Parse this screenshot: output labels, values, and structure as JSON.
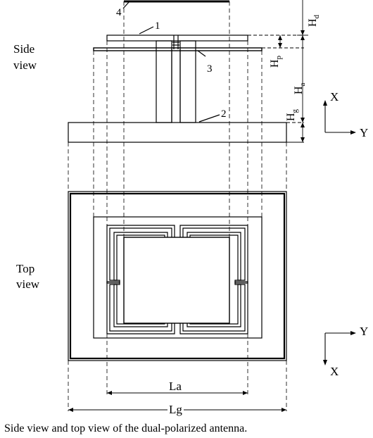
{
  "views": {
    "side_line1": "Side",
    "side_line2": "view",
    "top_line1": "Top",
    "top_line2": "view"
  },
  "parts": {
    "p1": "1",
    "p2": "2",
    "p3": "3",
    "p4": "4"
  },
  "heights": {
    "hd_base": "H",
    "hd_sub": "d",
    "hp_base": "H",
    "hp_sub": "p",
    "ha_base": "H",
    "ha_sub": "a",
    "hg_base": "H",
    "hg_sub": "g"
  },
  "dims": {
    "la": "La",
    "lg": "Lg"
  },
  "axes": {
    "side_x": "X",
    "side_y": "Y",
    "top_y": "Y",
    "top_x": "X"
  },
  "caption": "Side view and top view of the dual-polarized antenna."
}
